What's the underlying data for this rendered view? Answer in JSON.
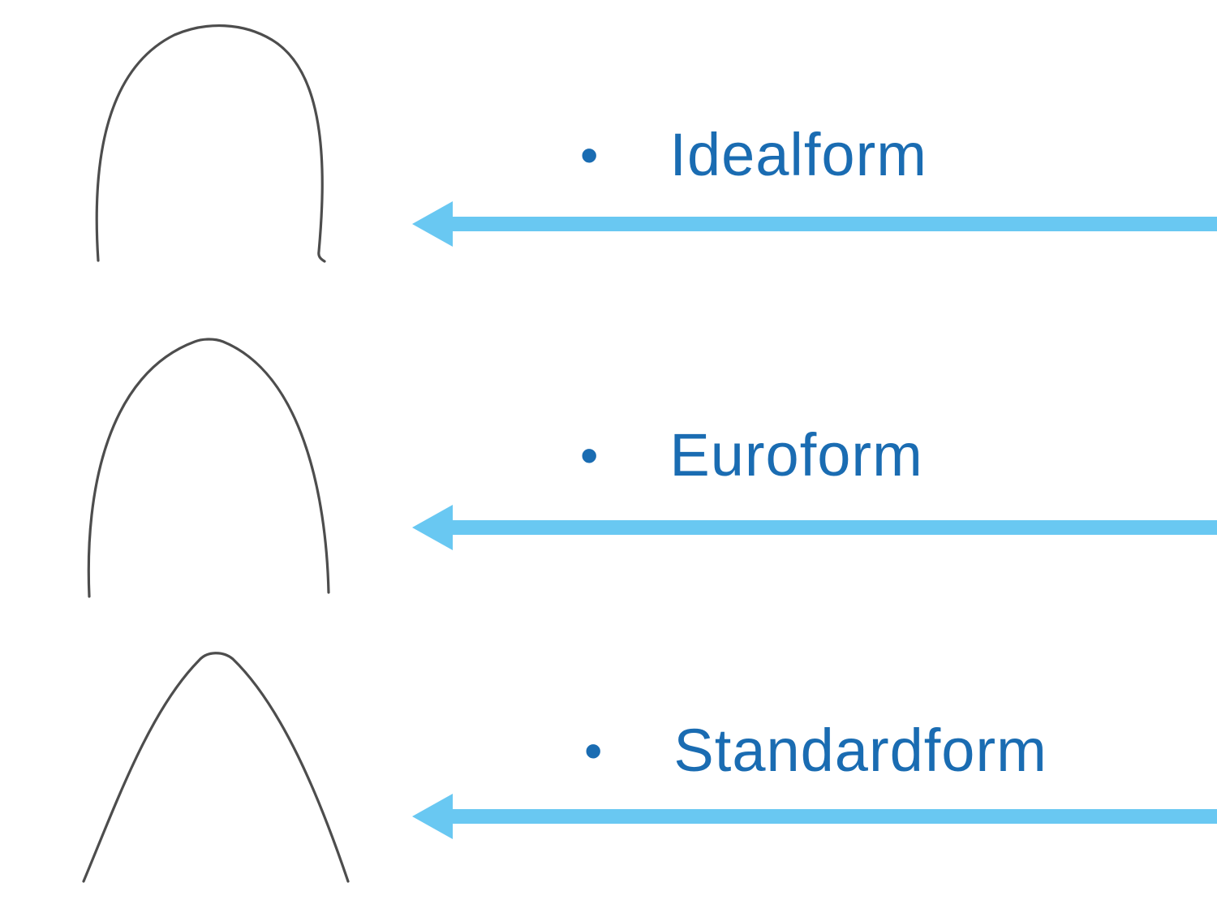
{
  "slide": {
    "bullet_char": "•",
    "items": [
      {
        "label": "Idealform"
      },
      {
        "label": "Euroform"
      },
      {
        "label": "Standardform"
      }
    ],
    "colors": {
      "label_text": "#1a6cb2",
      "arrow": "#69c8f2",
      "wire": "#4d4d4d"
    }
  }
}
